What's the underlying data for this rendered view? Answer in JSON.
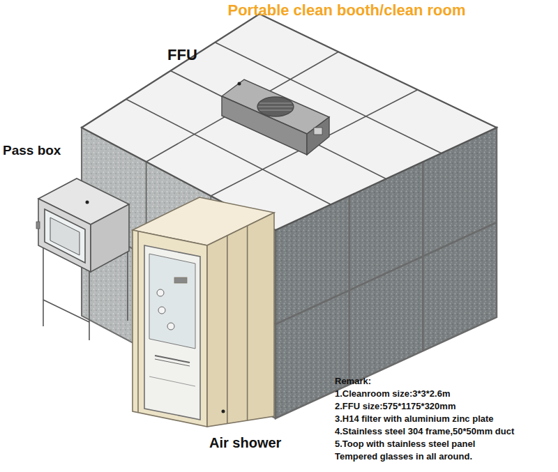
{
  "diagram": {
    "title": "Portable clean booth/clean room",
    "labels": [
      "FFU",
      "Pass box",
      "Air shower",
      "Remark:",
      "1.Cleanroom size:3*3*2.6m",
      "2.FFU size:575*1175*320mm",
      "3.H14 filter with aluminium zinc plate",
      "4.Stainless steel 304 frame,50*50mm duct",
      "5.Toop with stainless steel panel",
      "Tempered glasses in all around."
    ]
  }
}
